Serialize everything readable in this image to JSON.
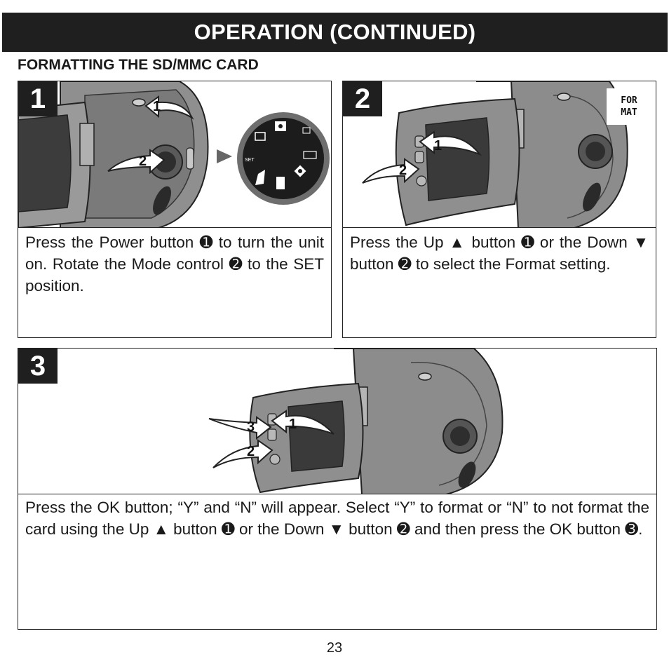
{
  "header": {
    "title": "OPERATION (CONTINUED)"
  },
  "section": {
    "title": "FORMATTING THE SD/MMC CARD"
  },
  "steps": [
    {
      "number": "1",
      "text": "Press the Power button ➊ to turn the unit on. Rotate the Mode control ➋ to the SET position.",
      "callouts": [
        "1",
        "2"
      ],
      "dial_label": "SET"
    },
    {
      "number": "2",
      "text": "Press the Up ▲ button ➊ or the Down ▼ button ➋ to select the Format setting.",
      "callouts": [
        "1",
        "2"
      ],
      "screen_icon_lines": [
        "FOR",
        "MAT"
      ]
    },
    {
      "number": "3",
      "text": "Press the OK button; “Y” and “N” will appear. Select “Y” to format or “N” to not format the card using the Up ▲ button ➊ or the Down ▼ button ➋ and then press the OK button ➌.",
      "callouts": [
        "1",
        "2",
        "3"
      ]
    }
  ],
  "footer": {
    "page_number": "23"
  },
  "colors": {
    "header_bg": "#1f1f1f",
    "camera_body": "#8a8a8a",
    "camera_dark": "#3a3a3a"
  }
}
